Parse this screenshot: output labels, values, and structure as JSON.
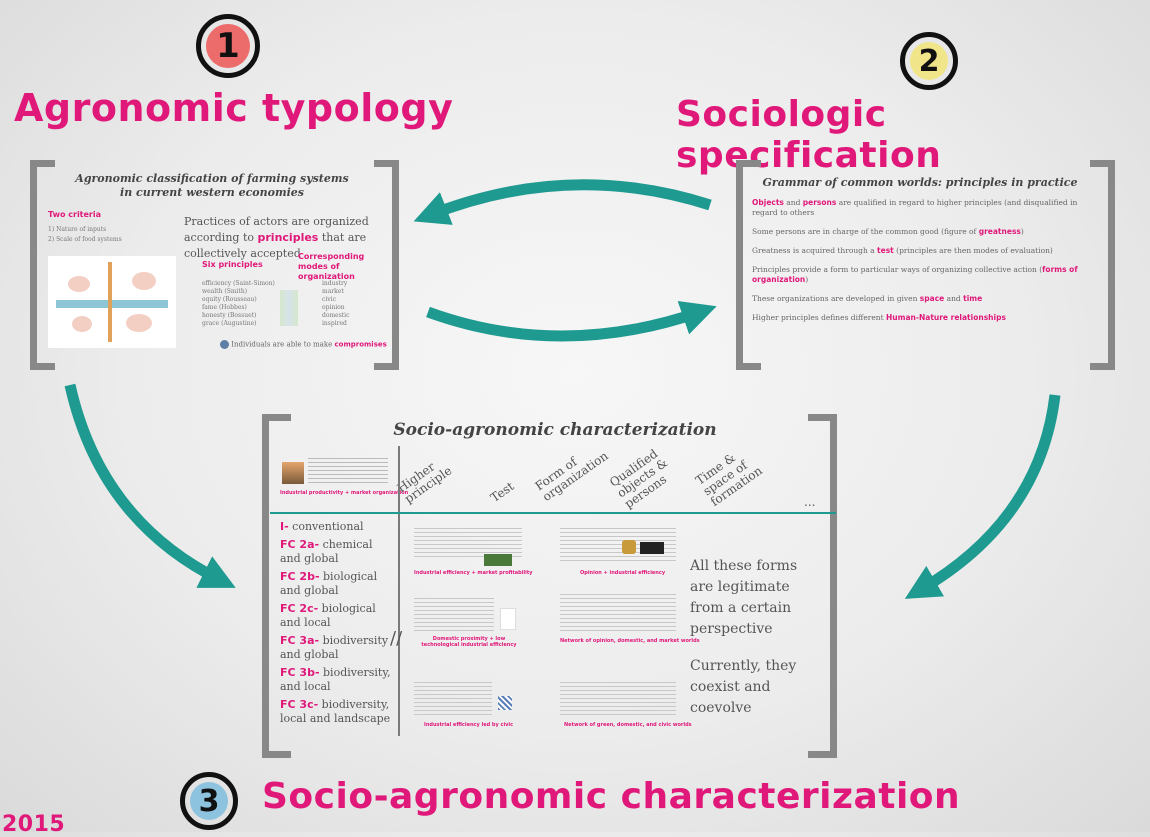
{
  "steps": [
    {
      "number": "1",
      "title": "Agronomic typology",
      "circle_color": "#ec6b6b"
    },
    {
      "number": "2",
      "title": "Sociologic specification",
      "circle_color": "#f1e58a"
    },
    {
      "number": "3",
      "title": "Socio-agronomic characterization",
      "circle_color": "#8dc3df"
    }
  ],
  "year": "2015",
  "colors": {
    "accent": "#e0187a",
    "arrow": "#1e9a90",
    "bracket": "#888888"
  },
  "frame1": {
    "title_line1": "Agronomic classification of farming systems",
    "title_line2": "in current western economies",
    "criteria_label": "Two criteria",
    "criteria": [
      "1) Nature of inputs",
      "2) Scale of food systems"
    ],
    "statement_pre": "Practices of actors are organized according to",
    "statement_key": "principles",
    "statement_post": "that are collectively accepted",
    "six_principles_label": "Six principles",
    "modes_label": "Corresponding modes of organization",
    "principles": [
      "efficiency (Saint-Simon)",
      "wealth (Smith)",
      "equity (Rousseau)",
      "fame (Hobbes)",
      "honesty (Bossuet)",
      "grace (Augustine)"
    ],
    "modes": [
      "industry",
      "market",
      "civic",
      "opinion",
      "domestic",
      "inspired"
    ],
    "footer_pre": "Individuals are able to make",
    "footer_key": "compromises"
  },
  "frame2": {
    "title": "Grammar of common worlds: principles in practice",
    "lines": [
      {
        "pre": "",
        "keys": [
          "Objects",
          "persons"
        ],
        "text": "Objects and persons are qualified in regard to higher principles (and disqualified in regard to others"
      },
      {
        "text": "Some persons are in charge of the common good (figure of greatness)"
      },
      {
        "text": "Greatness is acquired through a test (principles are then modes of evaluation)"
      },
      {
        "text": "Principles provide a form to particular ways of organizing collective action (forms of organization)"
      },
      {
        "text": "These organizations are developed in given space and time"
      },
      {
        "text": "Higher principles defines different Human-Nature relationships"
      }
    ]
  },
  "frame3": {
    "title": "Socio-agronomic characterization",
    "columns": [
      "Higher principle",
      "Test",
      "Form of organization",
      "Qualified objects & persons",
      "Time & space of formation",
      "..."
    ],
    "rows": [
      {
        "code": "I-",
        "label": "conventional"
      },
      {
        "code": "FC 2a-",
        "label": "chemical and global"
      },
      {
        "code": "FC 2b-",
        "label": "biological and global"
      },
      {
        "code": "FC 2c-",
        "label": "biological and local"
      },
      {
        "code": "FC 3a-",
        "label": "biodiversity and global"
      },
      {
        "code": "FC 3b-",
        "label": "biodiversity, and local"
      },
      {
        "code": "FC 3c-",
        "label": "biodiversity, local and landscape"
      }
    ],
    "mini_captions": [
      "Industrial productivity + market organization",
      "Industrial efficiency + market profitability",
      "Opinion + industrial efficiency",
      "Domestic proximity + low technological industrial efficiency",
      "Network of opinion, domestic, and market worlds",
      "Industrial efficiency led by civic",
      "Network of green, domestic, and civic worlds"
    ],
    "conclusion1": "All these forms are legitimate from a certain perspective",
    "conclusion2": "Currently, they coexist and coevolve"
  }
}
